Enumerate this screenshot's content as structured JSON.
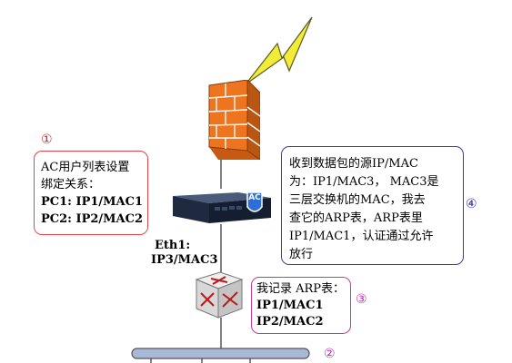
{
  "step_markers": {
    "s1": "①",
    "s2": "②",
    "s3": "③",
    "s4": "④"
  },
  "ac_box": {
    "line1": "AC用户列表设置",
    "line2": "绑定关系：",
    "line3": "PC1: IP1/MAC1",
    "line4": "PC2: IP2/MAC2"
  },
  "ac_device": {
    "badge": "AC"
  },
  "eth_label": {
    "line1": "Eth1:",
    "line2": "IP3/MAC3"
  },
  "auth_box": {
    "line1": "收到数据包的源IP/MAC",
    "line2": "为：IP1/MAC3， MAC3是",
    "line3": "三层交换机的MAC，我去",
    "line4": "查它的ARP表，ARP表里",
    "line5": "IP1/MAC1，认证通过允许",
    "line6": "放行"
  },
  "switch_box": {
    "line1": "我记录 ARP表：",
    "line2": "IP1/MAC1",
    "line3": "IP2/MAC2"
  },
  "colors": {
    "red_border": "#e0454a",
    "blue_border": "#3a3ab4",
    "purple_border": "#c03aa0",
    "step_red": "#d81e1e",
    "step_blue": "#2a2aa8",
    "step_purple": "#c02ab0",
    "firewall": "#ee7420",
    "lightning": "#f2ec36",
    "bus": "#a8b8d8"
  }
}
